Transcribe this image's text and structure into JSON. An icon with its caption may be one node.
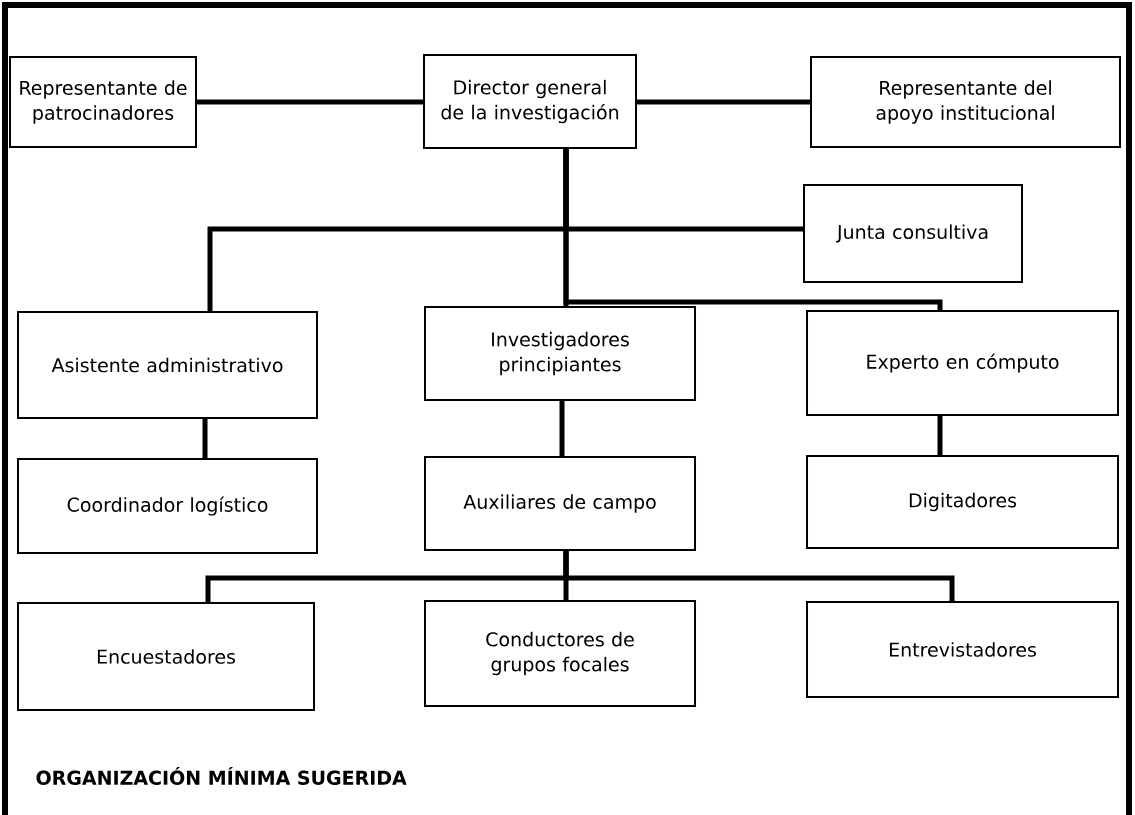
{
  "diagram": {
    "caption": "ORGANIZACIÓN MÍNIMA SUGERIDA",
    "nodes": [
      {
        "text": [
          "Representante de patrocinadores"
        ]
      },
      {
        "text": [
          "Director general de la investigación"
        ]
      },
      {
        "text": [
          "Representante del apoyo institucional"
        ]
      },
      {
        "text": [
          "Junta consultiva"
        ]
      },
      {
        "text": [
          "Asistente administrativo"
        ]
      },
      {
        "text": [
          "Investigadores principiantes"
        ]
      },
      {
        "text": [
          "Experto en cómputo"
        ]
      },
      {
        "text": [
          "Coordinador logístico"
        ]
      },
      {
        "text": [
          "Auxiliares de campo"
        ]
      },
      {
        "text": [
          "Digitadores"
        ]
      },
      {
        "text": [
          "Encuestadores"
        ]
      },
      {
        "text": [
          "Conductores de grupos focales"
        ]
      },
      {
        "text": [
          "Entrevistadores"
        ]
      }
    ],
    "edges": [
      {
        "from": 0,
        "to": 1,
        "arrow": "none"
      },
      {
        "from": 1,
        "to": 2,
        "arrow": "none"
      },
      {
        "from": 1,
        "to": 4,
        "arrow": "none"
      },
      {
        "from": 1,
        "to": 3,
        "arrow": "none"
      },
      {
        "from": 1,
        "to": 5,
        "arrow": "none"
      },
      {
        "from": 1,
        "to": 6,
        "arrow": "none"
      },
      {
        "from": 4,
        "to": 7,
        "arrow": "none"
      },
      {
        "from": 5,
        "to": 8,
        "arrow": "none"
      },
      {
        "from": 6,
        "to": 9,
        "arrow": "none"
      },
      {
        "from": 8,
        "to": 10,
        "arrow": "none"
      },
      {
        "from": 8,
        "to": 11,
        "arrow": "none"
      },
      {
        "from": 8,
        "to": 12,
        "arrow": "none"
      }
    ]
  }
}
